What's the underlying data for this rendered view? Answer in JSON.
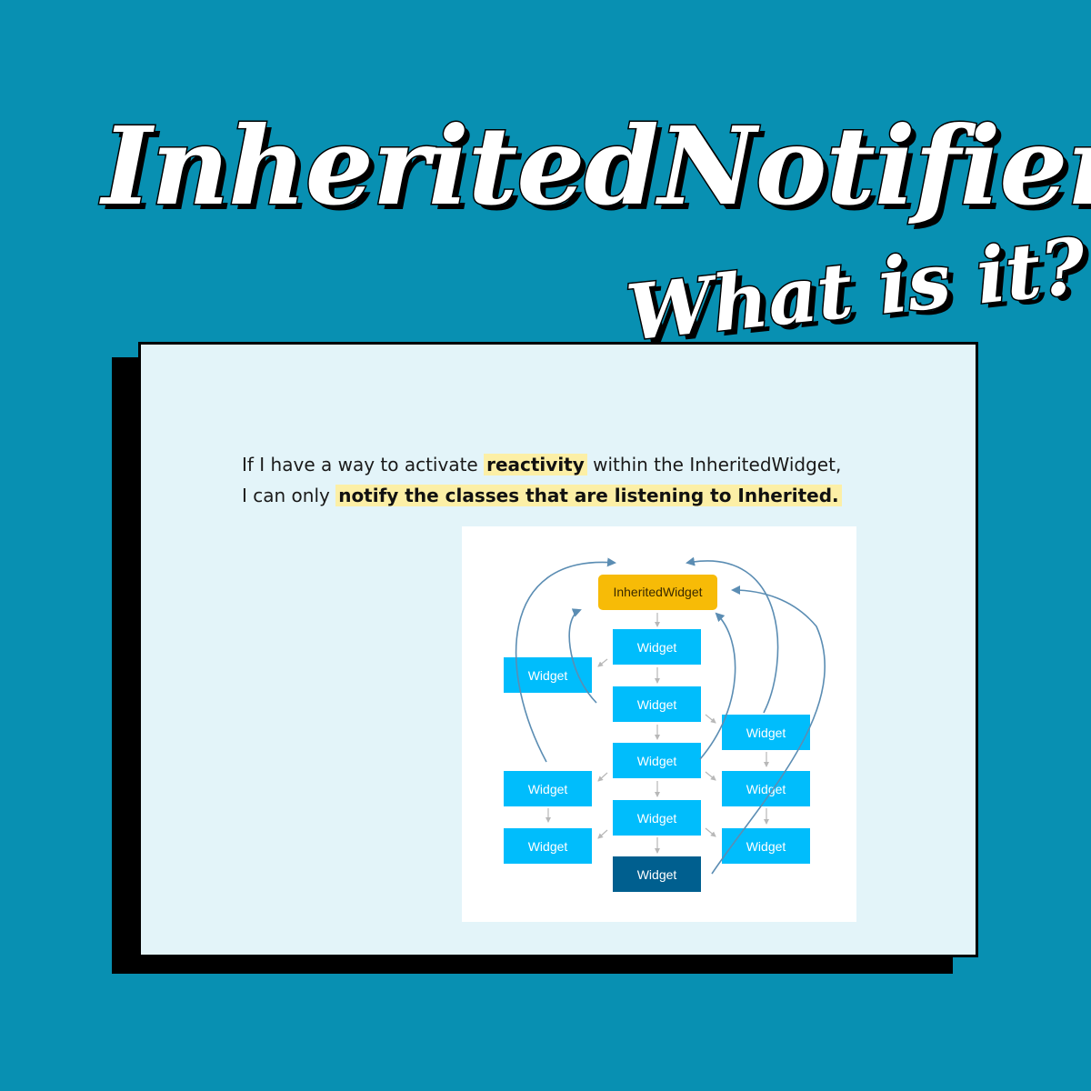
{
  "title": {
    "main": "InheritedNotifier",
    "sub": "What is it?"
  },
  "text": {
    "line1": {
      "before": "If I have a way to activate ",
      "highlight": "reactivity",
      "after": " within the InheritedWidget,"
    },
    "line2": {
      "before": "I can only ",
      "highlight": "notify the classes that are listening to Inherited."
    }
  },
  "diagram": {
    "root_label": "InheritedWidget",
    "widget_label": "Widget",
    "colors": {
      "root": "#f7bb07",
      "widget": "#00bdfc",
      "active": "#005f8f",
      "arrow": "#5b8db3",
      "connector": "#b8b8b8"
    }
  }
}
